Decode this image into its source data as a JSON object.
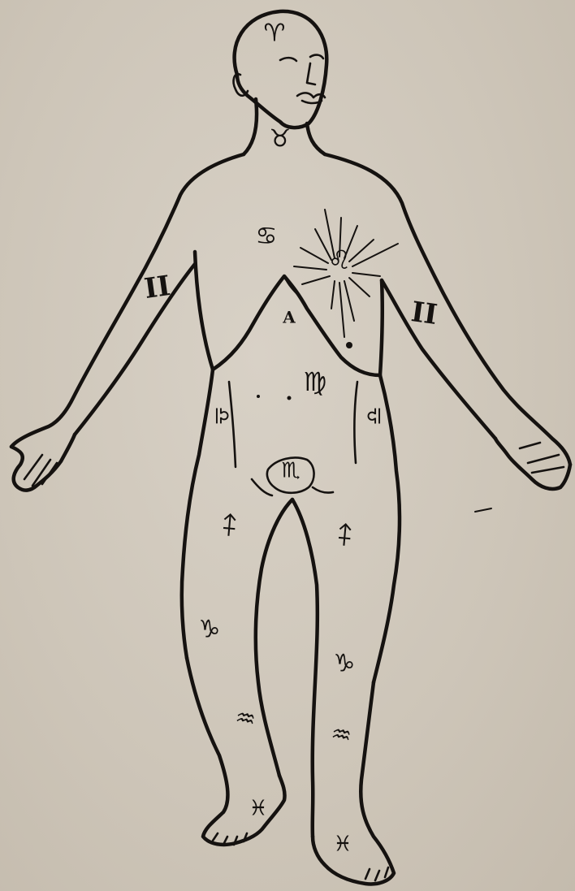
{
  "figure": {
    "subject": "zodiac-man",
    "ink_color": "#151210",
    "paper_color": "#cfc7bb"
  },
  "signs": {
    "aries": "♈",
    "taurus": "♉",
    "cancer": "♋",
    "leo": "♌",
    "gemini_right_arm": "II",
    "gemini_left_arm": "II",
    "virgo": "♍",
    "libra_left": "♎",
    "libra_right": "♎",
    "scorpio": "♏",
    "sagittarius_left": "♐",
    "sagittarius_right": "♐",
    "capricorn_left": "♑",
    "capricorn_right": "♑",
    "aquarius_left": "♒",
    "aquarius_right": "♒",
    "pisces_left": "♓",
    "pisces_right": "♓"
  },
  "labels": {
    "abdomen_letter": "A"
  }
}
